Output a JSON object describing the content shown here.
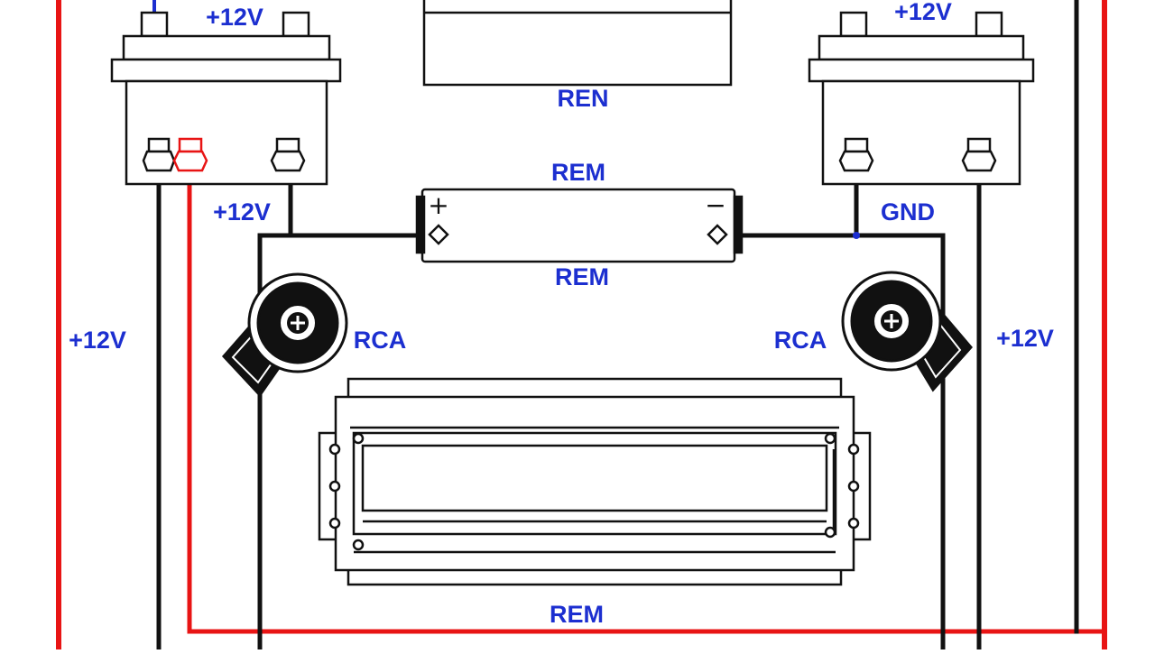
{
  "colors": {
    "label": "#1c2fd0",
    "wire_power": "#e81414",
    "wire_signal": "#111111",
    "outline": "#111111",
    "background": "#ffffff"
  },
  "labels": {
    "top_left_battery": "+12V",
    "top_right_battery": "+12V",
    "top_box": "REN",
    "rem_above_relay": "REM",
    "left_feed": "+12V",
    "gnd": "GND",
    "rem_below_relay": "REM",
    "rca_left": "RCA",
    "rca_right": "RCA",
    "left_rail": "+12V",
    "right_rail": "+12V",
    "rem_bottom": "REM"
  },
  "symbols": {
    "plus": "+",
    "minus": "−"
  }
}
